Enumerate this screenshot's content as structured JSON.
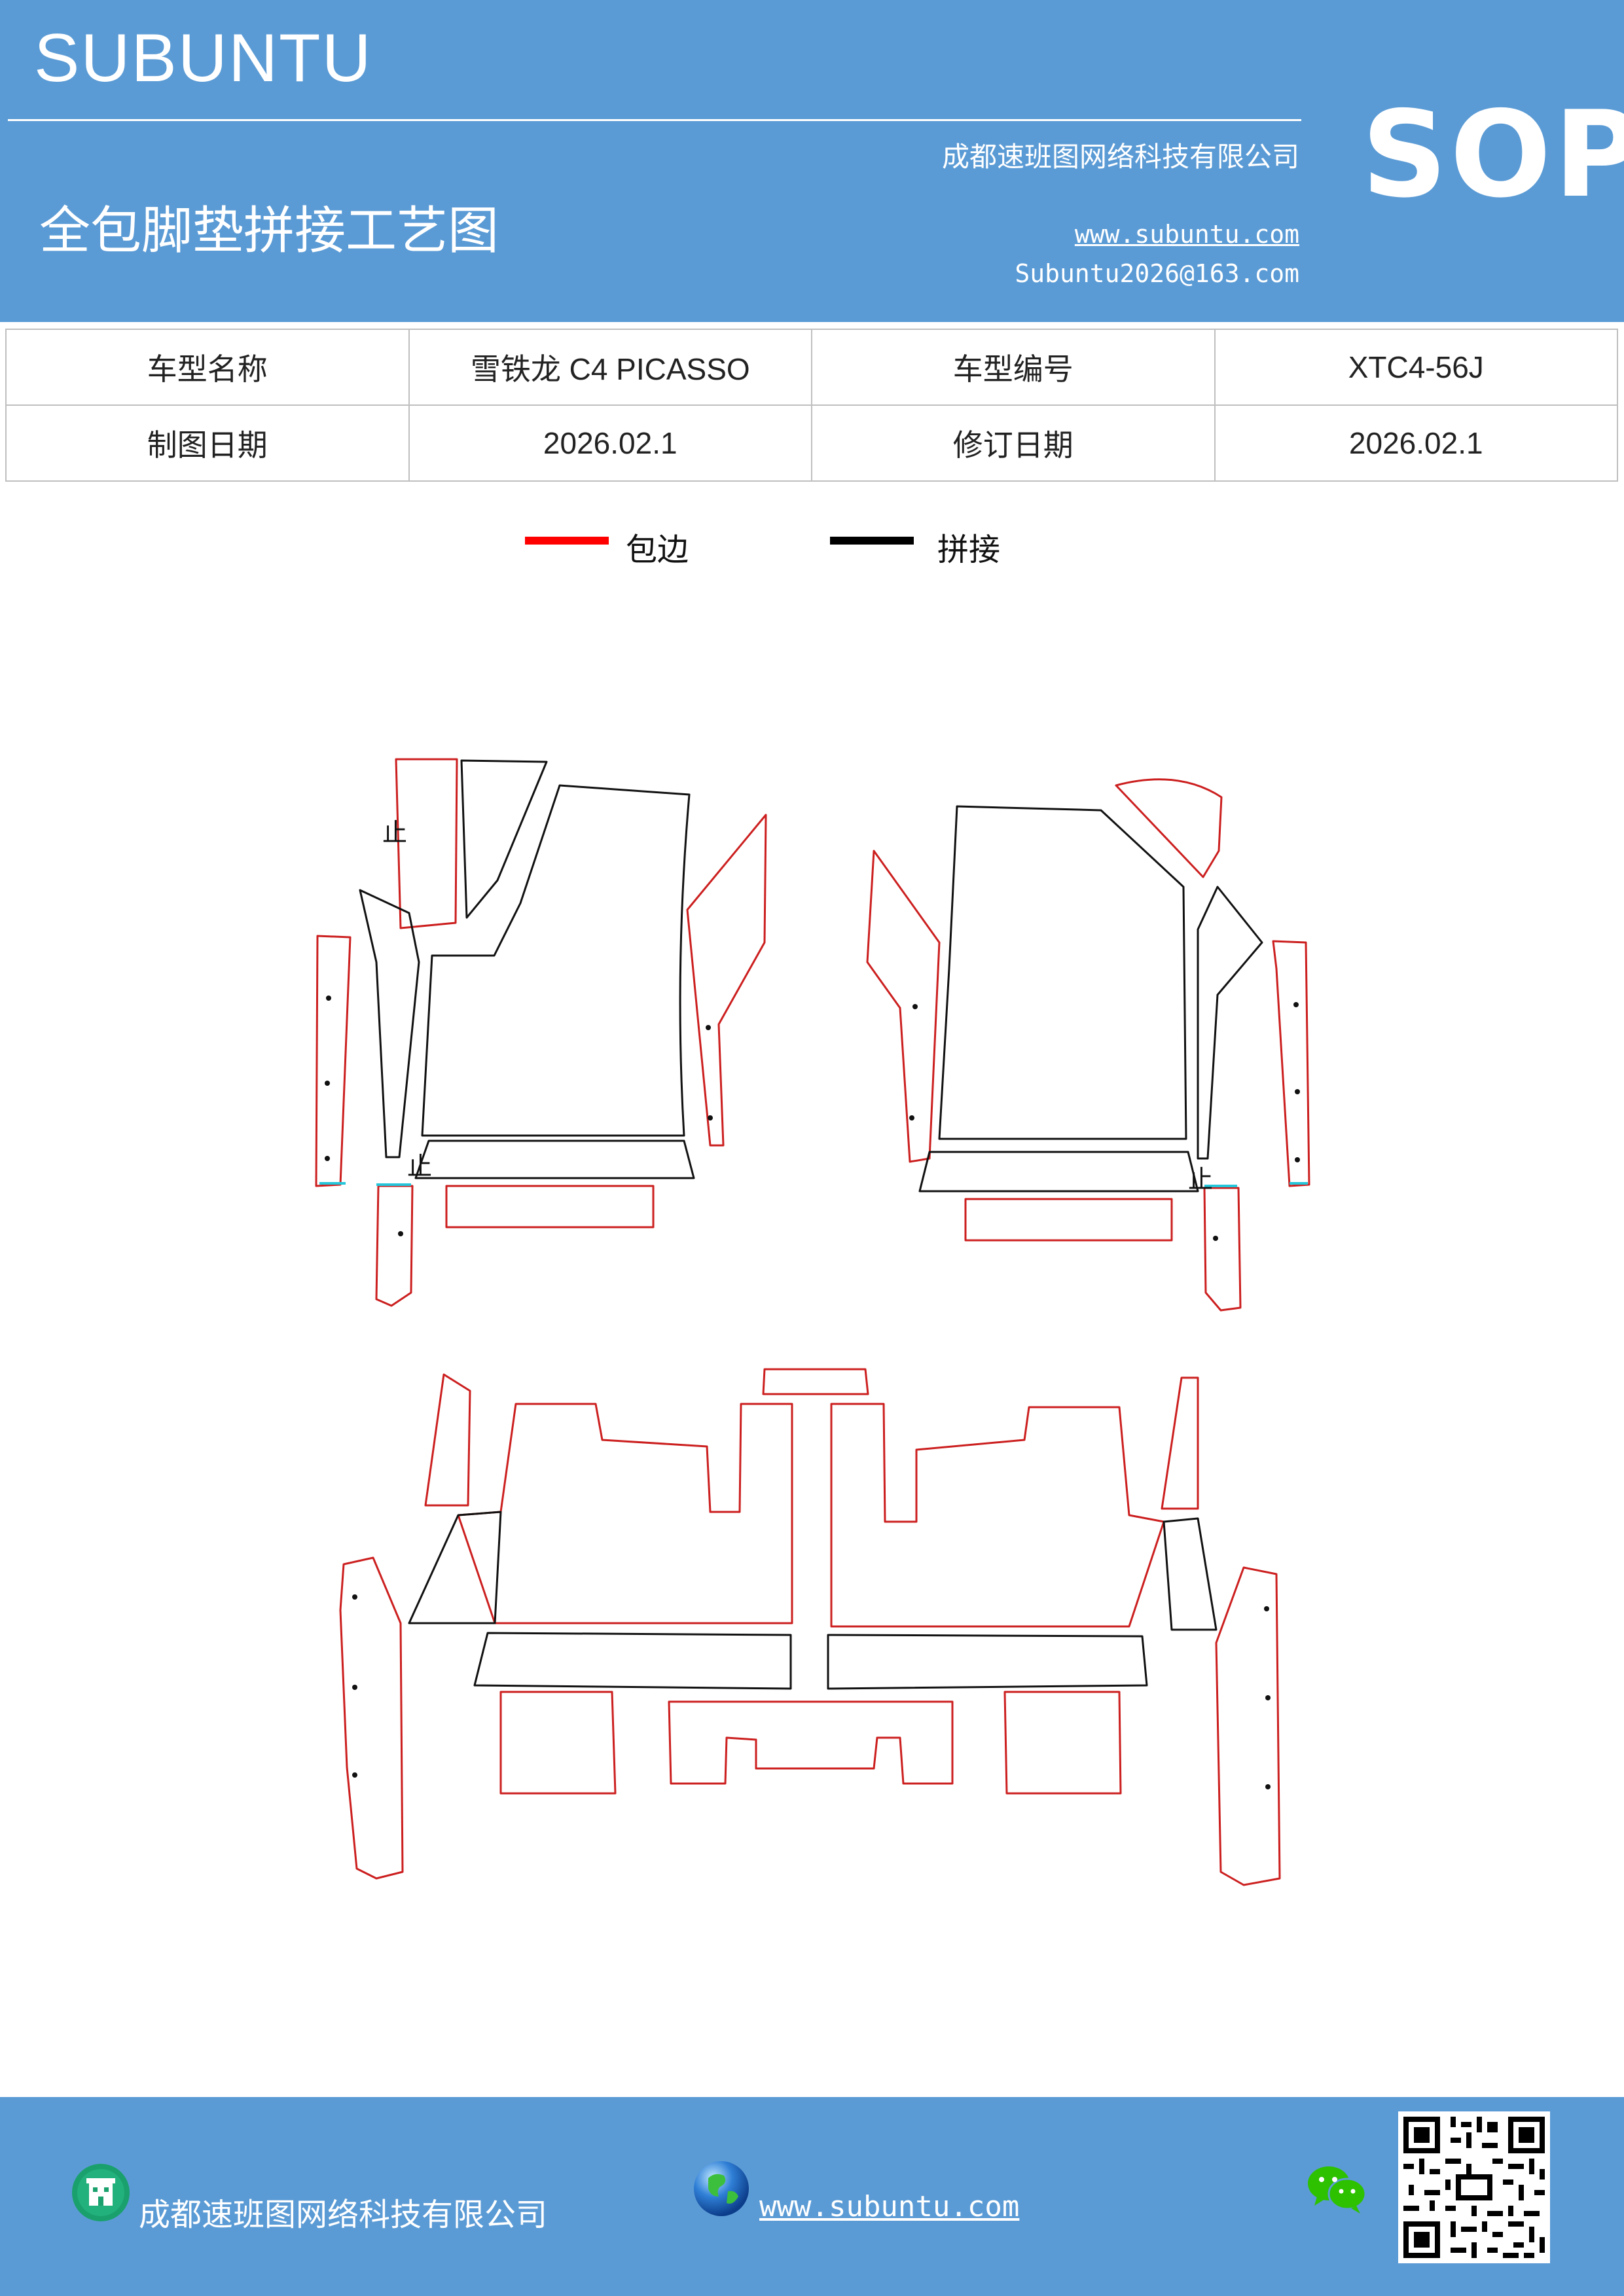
{
  "header": {
    "brand": "SUBUNTU",
    "company": "成都速班图网络科技有限公司",
    "title": "全包脚垫拼接工艺图",
    "website": "www.subuntu.com",
    "email": "Subuntu2026@163.com",
    "badge": "SOP"
  },
  "info_table": {
    "model_name_label": "车型名称",
    "model_name_value": "雪铁龙 C4  PICASSO",
    "model_code_label": "车型编号",
    "model_code_value": "XTC4-56J",
    "draw_date_label": "制图日期",
    "draw_date_value": "2026.02.1",
    "revise_date_label": "修订日期",
    "revise_date_value": "2026.02.1"
  },
  "legend": {
    "edge_label": "包边",
    "edge_color": "#ff0000",
    "seam_label": "拼接",
    "seam_color": "#000000"
  },
  "drawing": {
    "stop_mark": "止",
    "edge_color": "#cc1f1f",
    "seam_color": "#111111"
  },
  "footer": {
    "company": "成都速班图网络科技有限公司",
    "website": "www.subuntu.com",
    "building_icon": "building-icon",
    "globe_icon": "globe-icon",
    "wechat_icon": "wechat-icon",
    "qr_code": "qr-code"
  }
}
